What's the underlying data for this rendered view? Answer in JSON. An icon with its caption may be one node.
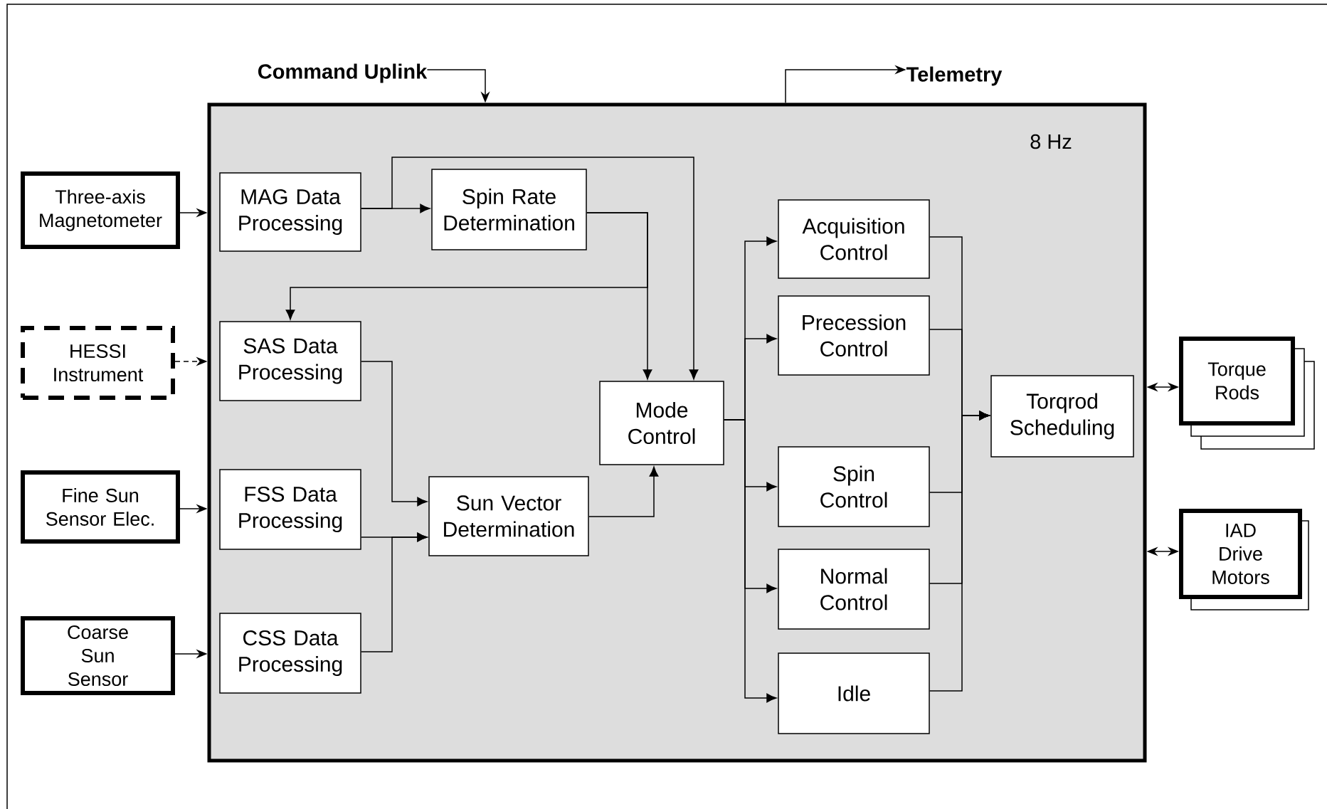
{
  "diagram": {
    "nodes": [
      {
        "text": [
          "8 Hz"
        ]
      },
      {
        "text": [
          "Three-axis Magnetometer"
        ]
      },
      {
        "text": [
          "HESSI Instrument"
        ]
      },
      {
        "text": [
          "Fine Sun Sensor Elec."
        ]
      },
      {
        "text": [
          "Coarse Sun Sensor"
        ]
      },
      {
        "text": [
          "MAG Data Processing"
        ],
        "in": 0
      },
      {
        "text": [
          "Spin Rate Determination"
        ],
        "in": 0
      },
      {
        "text": [
          "SAS Data Processing"
        ],
        "in": 0
      },
      {
        "text": [
          "FSS Data Processing"
        ],
        "in": 0
      },
      {
        "text": [
          "CSS Data Processing"
        ],
        "in": 0
      },
      {
        "text": [
          "Sun Vector Determination"
        ],
        "in": 0
      },
      {
        "text": [
          "Mode Control"
        ],
        "in": 0
      },
      {
        "text": [
          "Acquisition Control"
        ],
        "in": 0
      },
      {
        "text": [
          "Precession Control"
        ],
        "in": 0
      },
      {
        "text": [
          "Spin Control"
        ],
        "in": 0
      },
      {
        "text": [
          "Normal Control"
        ],
        "in": 0
      },
      {
        "text": [
          "Idle"
        ],
        "in": 0
      },
      {
        "text": [
          "Torqrod Scheduling"
        ],
        "in": 0
      },
      {
        "text": [
          "Torque Rods"
        ]
      },
      {
        "text": [
          "IAD Drive Motors"
        ]
      },
      {
        "text": [
          "Command Uplink"
        ]
      },
      {
        "text": [
          "Telemetry"
        ]
      }
    ],
    "edges": [
      {
        "from": 1,
        "to": 0,
        "arrow": "to"
      },
      {
        "from": 2,
        "to": 0,
        "arrow": "to",
        "style": "dashed"
      },
      {
        "from": 3,
        "to": 0,
        "arrow": "to"
      },
      {
        "from": 4,
        "to": 0,
        "arrow": "to"
      },
      {
        "from": 5,
        "to": 6,
        "arrow": "to"
      },
      {
        "from": 5,
        "to": 11,
        "arrow": "to"
      },
      {
        "from": 6,
        "to": 11,
        "arrow": "to"
      },
      {
        "from": 6,
        "to": 7,
        "arrow": "to"
      },
      {
        "from": 7,
        "to": 10,
        "arrow": "to"
      },
      {
        "from": 8,
        "to": 10,
        "arrow": "to"
      },
      {
        "from": 9,
        "to": 10,
        "arrow": "to"
      },
      {
        "from": 10,
        "to": 11,
        "arrow": "to"
      },
      {
        "from": 11,
        "to": 12,
        "arrow": "to"
      },
      {
        "from": 11,
        "to": 13,
        "arrow": "to"
      },
      {
        "from": 11,
        "to": 14,
        "arrow": "to"
      },
      {
        "from": 11,
        "to": 15,
        "arrow": "to"
      },
      {
        "from": 11,
        "to": 16,
        "arrow": "to"
      },
      {
        "from": 12,
        "to": 17,
        "arrow": "to"
      },
      {
        "from": 13,
        "to": 17,
        "arrow": "to"
      },
      {
        "from": 14,
        "to": 17,
        "arrow": "to"
      },
      {
        "from": 15,
        "to": 17,
        "arrow": "to"
      },
      {
        "from": 16,
        "to": 17,
        "arrow": "to"
      },
      {
        "from": 0,
        "to": 18,
        "arrow": "both"
      },
      {
        "from": 0,
        "to": 19,
        "arrow": "both"
      },
      {
        "from": 20,
        "to": 0,
        "arrow": "to"
      },
      {
        "from": 0,
        "to": 21,
        "arrow": "to"
      }
    ]
  }
}
